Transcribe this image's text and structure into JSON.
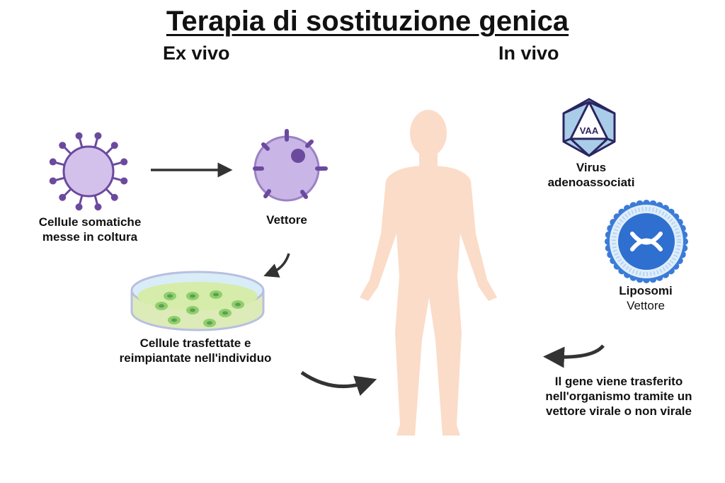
{
  "title": "Terapia di sostituzione genica",
  "sections": {
    "ex_vivo": "Ex vivo",
    "in_vivo": "In vivo"
  },
  "ex_vivo": {
    "somatic_cells": [
      "Cellule somatiche",
      "messe in coltura"
    ],
    "vector": "Vettore",
    "transfected": [
      "Cellule trasfettate e",
      "reimpiantate nell'individuo"
    ]
  },
  "in_vivo": {
    "aav_badge": "VAA",
    "aav_label": [
      "Virus",
      "adenoassociati"
    ],
    "liposome_title": "Liposomi",
    "liposome_sub": "Vettore",
    "description": [
      "Il gene viene trasferito",
      "nell'organismo tramite un",
      "vettore virale o non virale"
    ]
  },
  "colors": {
    "purple": "#6b4a9e",
    "lilac": "#c9b5e6",
    "skin": "#fbdcc8",
    "blue": "#2f6fd0",
    "arrow": "#333333"
  }
}
